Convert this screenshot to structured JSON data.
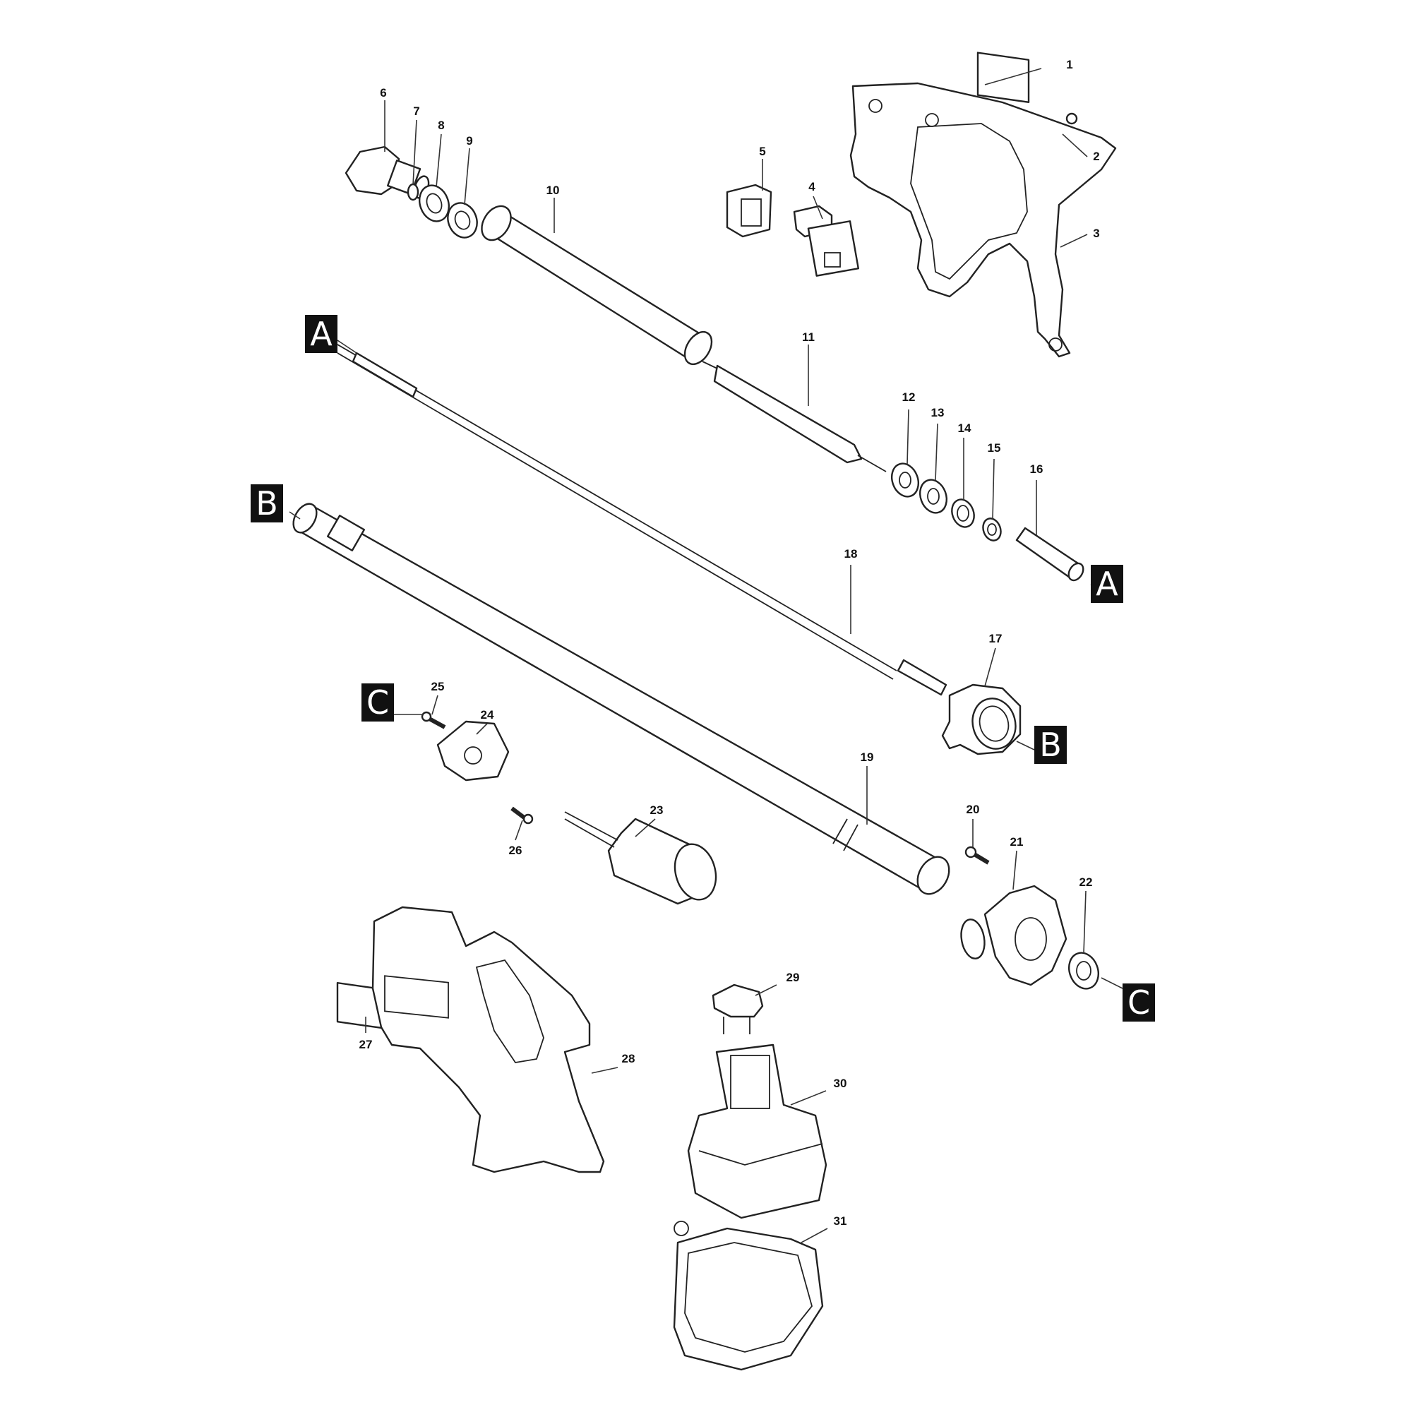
{
  "callouts": [
    "1",
    "2",
    "3",
    "4",
    "5",
    "6",
    "7",
    "8",
    "9",
    "10",
    "11",
    "12",
    "13",
    "14",
    "15",
    "16",
    "17",
    "18",
    "19",
    "20",
    "21",
    "22",
    "23",
    "24",
    "25",
    "26",
    "27",
    "28",
    "29",
    "30",
    "31"
  ],
  "refs": [
    "A",
    "B",
    "C"
  ],
  "colors": {
    "line": "#222222",
    "tag_bg": "#111111",
    "tag_text": "#ffffff",
    "background": "#ffffff"
  }
}
